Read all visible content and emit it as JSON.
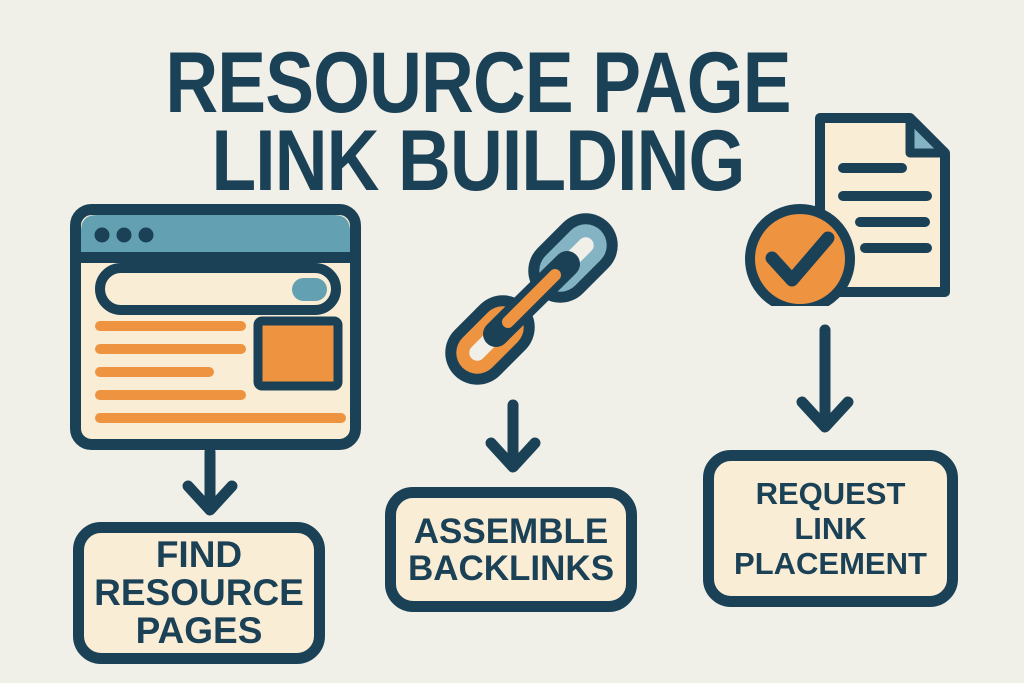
{
  "title": {
    "line1": "RESOURCE PAGE",
    "line2": "LINK BUILDING"
  },
  "steps": [
    {
      "icon": "browser-window-icon",
      "label": "FIND\nRESOURCE\nPAGES"
    },
    {
      "icon": "chain-link-icon",
      "label": "ASSEMBLE\nBACKLINKS"
    },
    {
      "icon": "document-check-icon",
      "label": "REQUEST\nLINK\nPLACEMENT"
    }
  ],
  "colors": {
    "background": "#F0EFE8",
    "navy": "#1B4157",
    "cream": "#FAEDD5",
    "orange": "#EE9340",
    "teal": "#63A0B2",
    "teal_light": "#84B4C4"
  }
}
